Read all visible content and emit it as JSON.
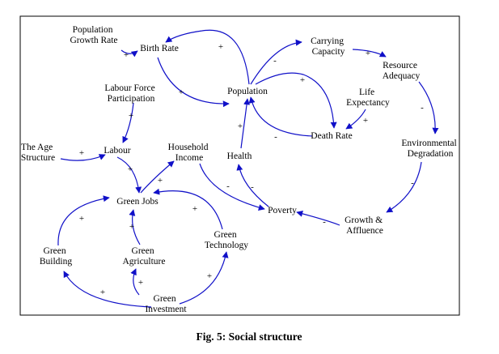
{
  "nodes": {
    "population_growth_rate": [
      "Population",
      "Growth Rate"
    ],
    "birth_rate": [
      "Birth Rate"
    ],
    "carrying_capacity": [
      "Carrying",
      "Capacity"
    ],
    "resource_adequacy": [
      "Resource",
      "Adequacy"
    ],
    "labour_force_participation": [
      "Labour Force",
      "Participation"
    ],
    "population": [
      "Population"
    ],
    "life_expectancy": [
      "Life",
      "Expectancy"
    ],
    "death_rate": [
      "Death Rate"
    ],
    "age_structure": [
      "The Age",
      "Structure"
    ],
    "labour": [
      "Labour"
    ],
    "household_income": [
      "Household",
      "Income"
    ],
    "health": [
      "Health"
    ],
    "environmental_degradation": [
      "Environmental",
      "Degradation"
    ],
    "green_jobs": [
      "Green Jobs"
    ],
    "poverty": [
      "Poverty"
    ],
    "growth_affluence": [
      "Growth &",
      "Affluence"
    ],
    "green_building": [
      "Green",
      "Building"
    ],
    "green_agriculture": [
      "Green",
      "Agriculture"
    ],
    "green_technology": [
      "Green",
      "Technology"
    ],
    "green_investment": [
      "Green",
      "Investment"
    ]
  },
  "links": [
    {
      "from": "population_growth_rate",
      "to": "birth_rate",
      "polarity": "+"
    },
    {
      "from": "birth_rate",
      "to": "population",
      "polarity": "+"
    },
    {
      "from": "population",
      "to": "birth_rate",
      "polarity": "+"
    },
    {
      "from": "population",
      "to": "carrying_capacity",
      "polarity": "-"
    },
    {
      "from": "carrying_capacity",
      "to": "resource_adequacy",
      "polarity": "+"
    },
    {
      "from": "resource_adequacy",
      "to": "environmental_degradation",
      "polarity": "-"
    },
    {
      "from": "environmental_degradation",
      "to": "growth_affluence",
      "polarity": "-"
    },
    {
      "from": "growth_affluence",
      "to": "poverty",
      "polarity": "-"
    },
    {
      "from": "poverty",
      "to": "health",
      "polarity": "-"
    },
    {
      "from": "health",
      "to": "population",
      "polarity": "+"
    },
    {
      "from": "population",
      "to": "death_rate",
      "polarity": "+"
    },
    {
      "from": "death_rate",
      "to": "population",
      "polarity": "-"
    },
    {
      "from": "life_expectancy",
      "to": "death_rate",
      "polarity": "+"
    },
    {
      "from": "labour_force_participation",
      "to": "labour",
      "polarity": "+"
    },
    {
      "from": "age_structure",
      "to": "labour",
      "polarity": "+"
    },
    {
      "from": "labour",
      "to": "green_jobs",
      "polarity": "+"
    },
    {
      "from": "green_jobs",
      "to": "household_income",
      "polarity": "+"
    },
    {
      "from": "household_income",
      "to": "poverty",
      "polarity": "-"
    },
    {
      "from": "green_building",
      "to": "green_jobs",
      "polarity": "+"
    },
    {
      "from": "green_agriculture",
      "to": "green_jobs",
      "polarity": "+"
    },
    {
      "from": "green_technology",
      "to": "green_jobs",
      "polarity": "+"
    },
    {
      "from": "green_investment",
      "to": "green_building",
      "polarity": "+"
    },
    {
      "from": "green_investment",
      "to": "green_agriculture",
      "polarity": "+"
    },
    {
      "from": "green_investment",
      "to": "green_technology",
      "polarity": "+"
    }
  ],
  "caption": "Fig. 5: Social structure",
  "colors": {
    "link": "#1010c8",
    "text": "#000000",
    "frame": "#000000",
    "background": "#ffffff"
  }
}
